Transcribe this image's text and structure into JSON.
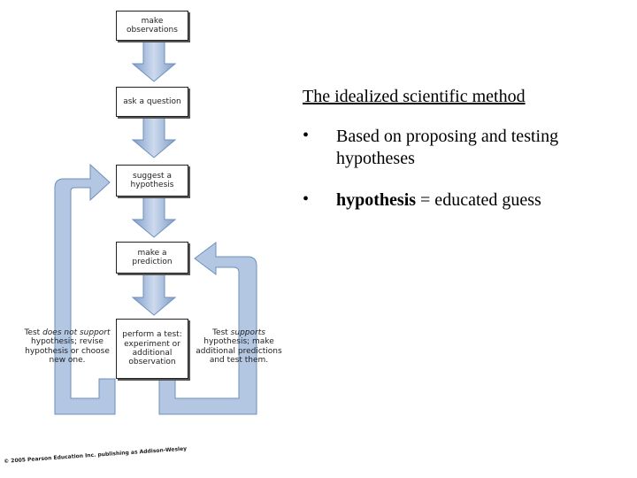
{
  "diagram": {
    "steps": [
      "make observations",
      "ask a question",
      "suggest a hypothesis",
      "make a prediction",
      "perform a test: experiment or additional observation"
    ],
    "left_note": {
      "prefix": "Test ",
      "italic": "does not support",
      "suffix": " hypothesis; revise hypothesis or choose new one."
    },
    "right_note": {
      "prefix": "Test ",
      "italic": "supports",
      "suffix": " hypothesis; make additional predictions and test them."
    },
    "copyright": "© 2005 Pearson Education Inc. publishing as Addison-Wesley",
    "colors": {
      "arrow_fill": "#a9bfdd",
      "arrow_stroke": "#6e8fbd",
      "box_border": "#222222"
    }
  },
  "text_panel": {
    "title": "The idealized scientific method",
    "bullets": [
      {
        "marker": "•",
        "bold": "",
        "text": "Based on proposing and testing hypotheses"
      },
      {
        "marker": "•",
        "bold": "hypothesis",
        "text": " = educated guess"
      }
    ]
  }
}
